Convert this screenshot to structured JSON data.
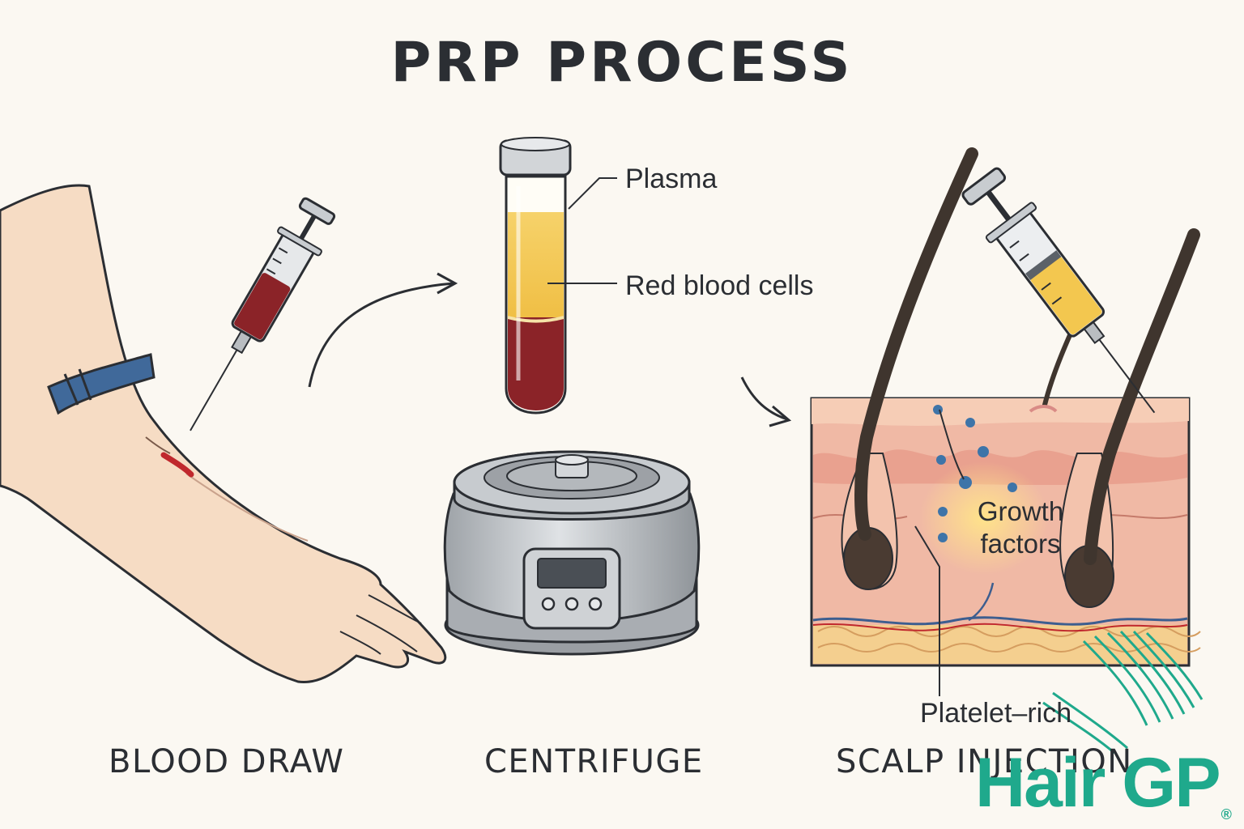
{
  "title": "PRP PROCESS",
  "steps": [
    {
      "label": "BLOOD DRAW"
    },
    {
      "label": "CENTRIFUGE"
    },
    {
      "label": "SCALP INJECTION"
    }
  ],
  "tube_labels": {
    "plasma": "Plasma",
    "red_blood_cells": "Red blood cells"
  },
  "scalp_labels": {
    "growth_factors_line1": "Growth",
    "growth_factors_line2": "factors",
    "platelet_rich": "Platelet–rich"
  },
  "logo": {
    "part1": "Hair",
    "part2": "GP",
    "mark": "®"
  },
  "colors": {
    "background": "#fbf8f2",
    "plasma": "#f3c74f",
    "blood": "#8b2328",
    "tourniquet": "#40699a",
    "logo": "#1fa98c"
  }
}
